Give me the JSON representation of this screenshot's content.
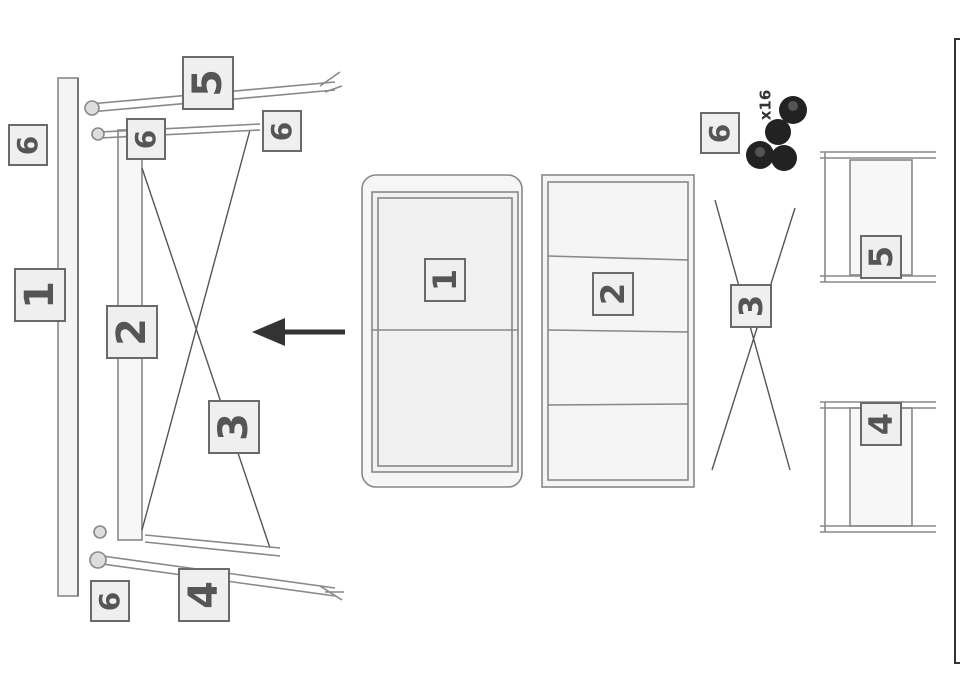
{
  "labels": {
    "one": "1",
    "two": "2",
    "three": "3",
    "four": "4",
    "five": "5",
    "six": "6"
  },
  "quantity": "x16",
  "colors": {
    "line": "#555555",
    "label_bg": "#efefef",
    "label_border": "#6a6a6a",
    "arrow": "#333333"
  }
}
